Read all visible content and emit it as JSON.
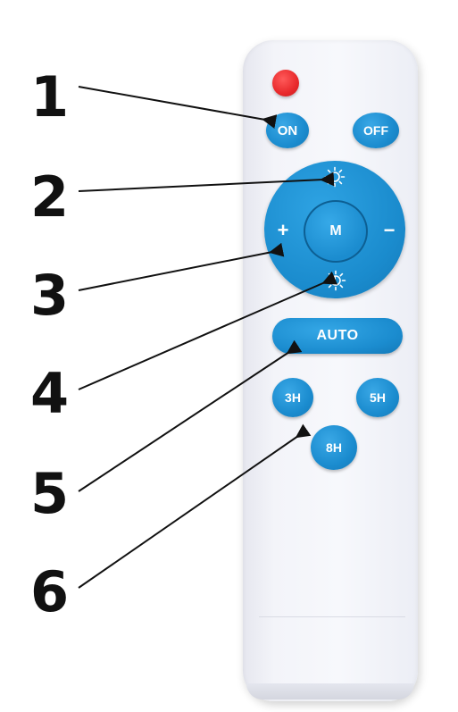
{
  "callouts": [
    "1",
    "2",
    "3",
    "4",
    "5",
    "6"
  ],
  "buttons": {
    "on": "ON",
    "off": "OFF",
    "mode": "M",
    "plus": "+",
    "minus": "−",
    "auto": "AUTO",
    "timer_3h": "3H",
    "timer_5h": "5H",
    "timer_8h": "8H"
  },
  "icons": {
    "power": "power-indicator",
    "brightness_up": "brightness-up-icon",
    "brightness_down": "brightness-down-icon"
  },
  "colors": {
    "button_blue": "#1b8ccf",
    "power_red": "#e8292b",
    "remote_body": "#f3f4f9",
    "callout_text": "#111111"
  }
}
